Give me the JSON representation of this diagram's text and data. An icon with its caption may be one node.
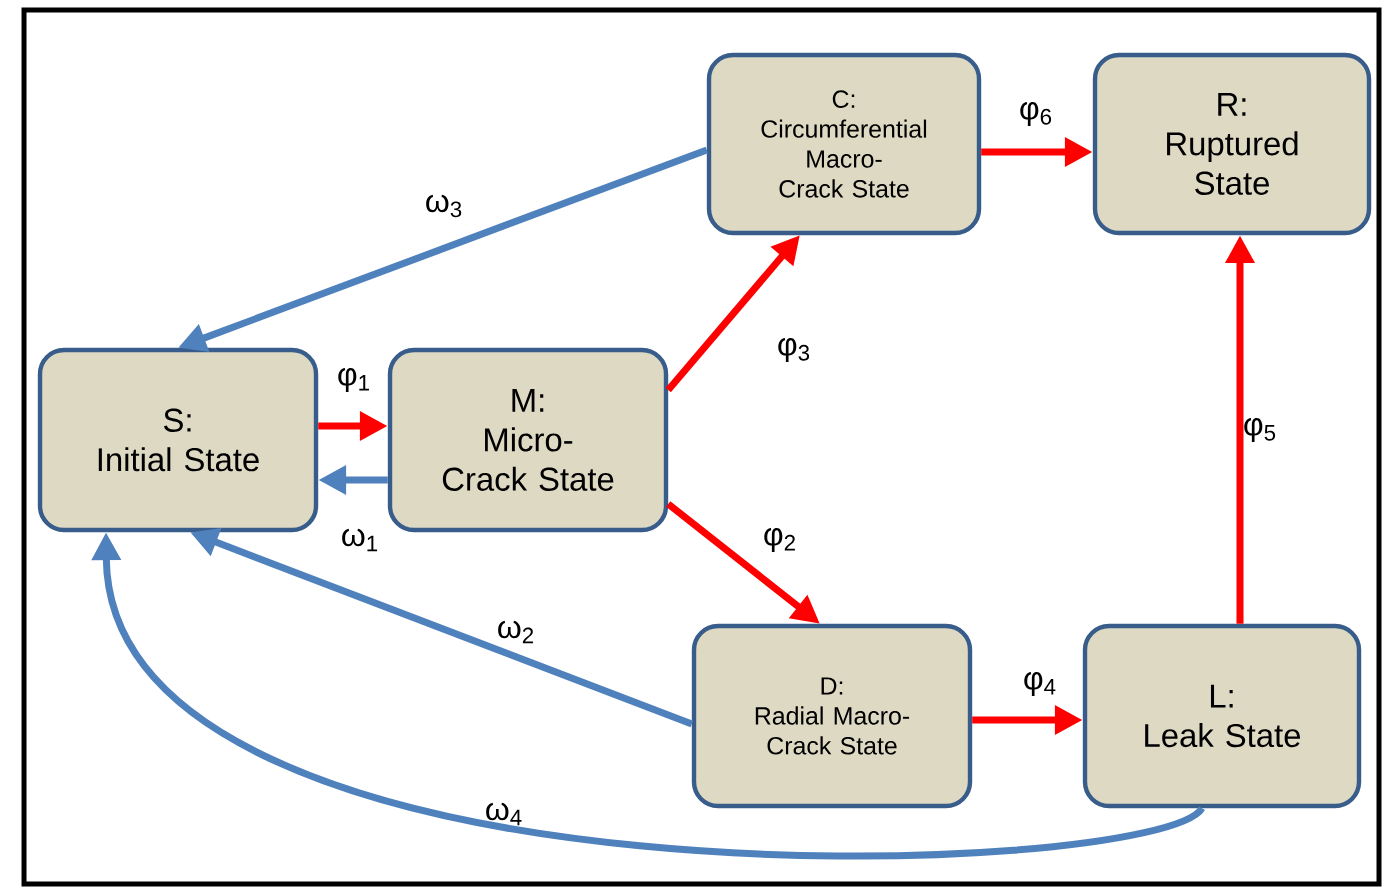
{
  "diagram": {
    "nodes": [
      {
        "text": [
          "C:",
          "Circumferential Macro-Crack State"
        ]
      },
      {
        "text": [
          "R:",
          "Ruptured State"
        ]
      },
      {
        "text": [
          "S:",
          "Initial State"
        ]
      },
      {
        "text": [
          "M:",
          "Micro-Crack State"
        ]
      },
      {
        "text": [
          "D:",
          "Radial Macro-Crack State"
        ]
      },
      {
        "text": [
          "L:",
          "Leak State"
        ]
      }
    ],
    "edges": [
      {
        "from": 2,
        "to": 3,
        "arrow": "to",
        "label": "φ$_{1}$"
      },
      {
        "from": 3,
        "to": 2,
        "arrow": "to",
        "label": "ω$_{1}$",
        "color": "#4f81bd"
      },
      {
        "from": 3,
        "to": 0,
        "arrow": "to",
        "label": "φ$_{3}$"
      },
      {
        "from": 3,
        "to": 4,
        "arrow": "to",
        "label": "φ$_{2}$"
      },
      {
        "from": 0,
        "to": 2,
        "arrow": "to",
        "label": "ω$_{3}$",
        "color": "#4f81bd"
      },
      {
        "from": 4,
        "to": 2,
        "arrow": "to",
        "label": "ω$_{2}$",
        "color": "#4f81bd"
      },
      {
        "from": 5,
        "to": 2,
        "arrow": "to",
        "label": "ω$_{4}$",
        "color": "#4f81bd"
      },
      {
        "from": 0,
        "to": 1,
        "arrow": "to",
        "label": "φ$_{6}$"
      },
      {
        "from": 4,
        "to": 5,
        "arrow": "to",
        "label": "φ$_{4}$"
      },
      {
        "from": 5,
        "to": 1,
        "arrow": "to",
        "label": "φ$_{5}$"
      }
    ]
  }
}
